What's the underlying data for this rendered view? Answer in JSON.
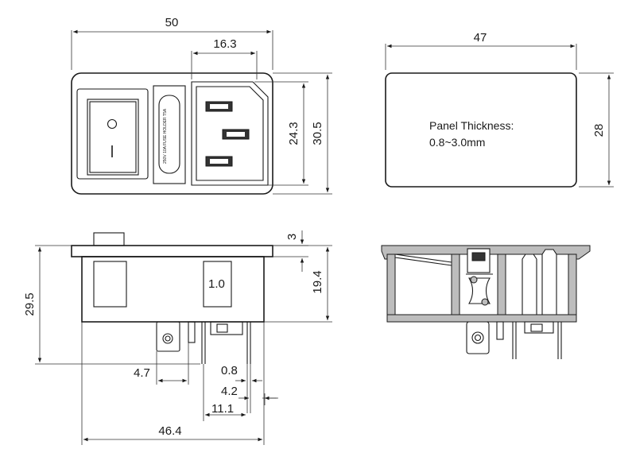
{
  "dimensions": {
    "overall_width": "50",
    "inlet_width": "16.3",
    "inlet_height": "24.3",
    "body_height": "30.5",
    "cutout_width": "47",
    "cutout_height": "28",
    "flange_thickness": "3",
    "body_depth": "19.4",
    "window": "1.0",
    "total_depth": "29.5",
    "terminal_spacing": "4.7",
    "pin_width": "0.8",
    "pin_offset": "4.2",
    "pin_pitch": "11.1",
    "base_width": "46.4"
  },
  "panel_note": {
    "line1": "Panel Thickness:",
    "line2": "0.8~3.0mm"
  },
  "fuse_marking": "250V 10A FUSE HOLDER T5A"
}
